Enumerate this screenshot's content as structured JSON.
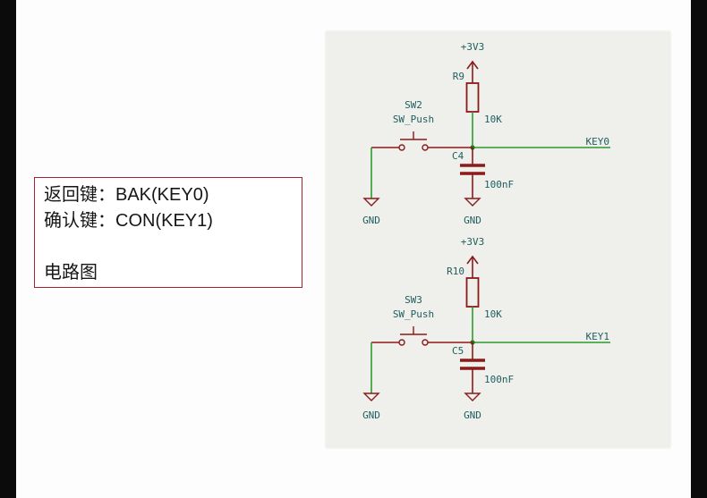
{
  "note": {
    "lines": [
      "返回键：BAK(KEY0)",
      "确认键：CON(KEY1)"
    ],
    "caption": "电路图"
  },
  "schematic": {
    "colors": {
      "wire": "#2e9a2e",
      "component": "#8b1a1a",
      "text": "#1f5f5f",
      "junction": "#1d7a1d",
      "background": "#efefeb"
    },
    "circuits": [
      {
        "power_label": "+3V3",
        "resistor_ref": "R9",
        "resistor_value": "10K",
        "switch_ref": "SW2",
        "switch_value": "SW_Push",
        "cap_ref": "C4",
        "cap_value": "100nF",
        "net_label": "KEY0",
        "gnd_left": "GND",
        "gnd_right": "GND"
      },
      {
        "power_label": "+3V3",
        "resistor_ref": "R10",
        "resistor_value": "10K",
        "switch_ref": "SW3",
        "switch_value": "SW_Push",
        "cap_ref": "C5",
        "cap_value": "100nF",
        "net_label": "KEY1",
        "gnd_left": "GND",
        "gnd_right": "GND"
      }
    ]
  }
}
